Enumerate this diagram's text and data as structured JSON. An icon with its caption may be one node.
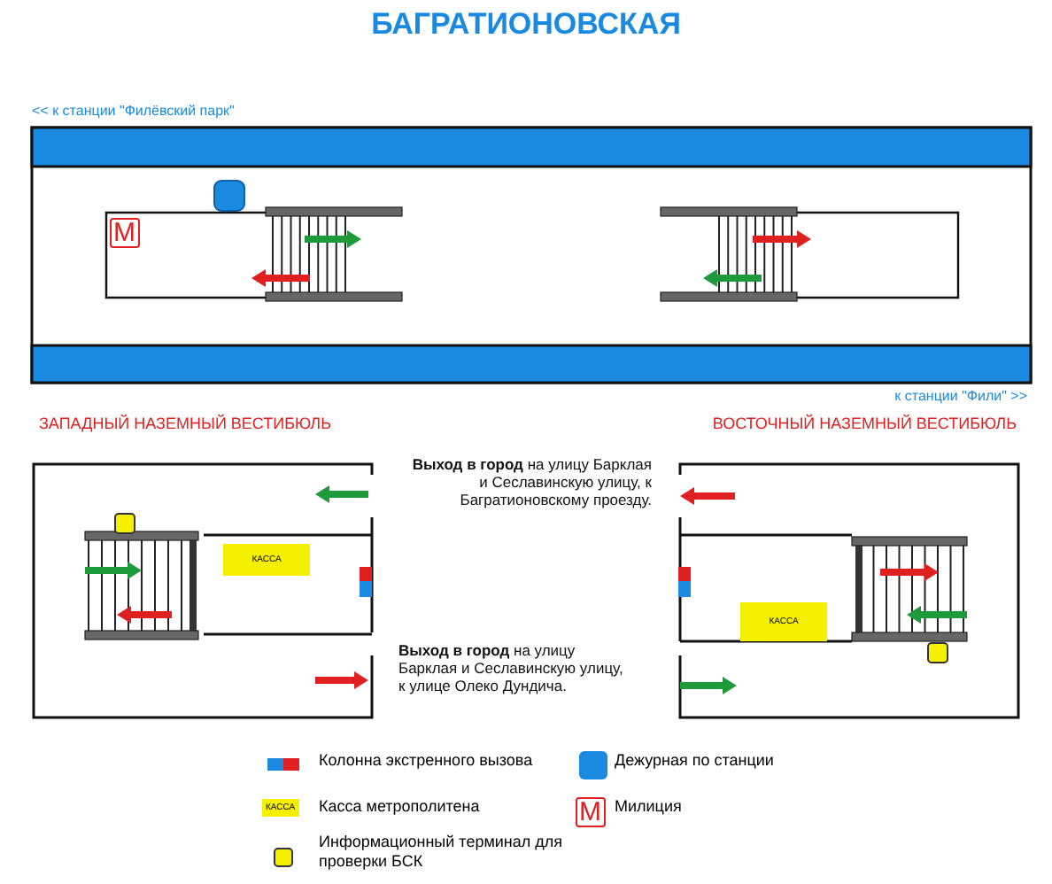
{
  "diagram": {
    "title": "БАГРАТИОНОВСКАЯ",
    "nodes": [
      {
        "text": [
          "ЗАПАДНЫЙ НАЗЕМНЫЙ ВЕСТИБЮЛЬ"
        ]
      },
      {
        "text": [
          "КАССА"
        ],
        "in": 0
      },
      {
        "text": [
          "ВОСТОЧНЫЙ НАЗЕМНЫЙ ВЕСТИБЮЛЬ"
        ]
      },
      {
        "text": [
          "КАССА"
        ],
        "in": 2
      }
    ],
    "labels": [
      "<< к станции \"Филёвский парк\"",
      "М",
      "к станции \"Фили\" >>",
      "**Выход в город** на улицу Барклая и Сеславинскую улицу, к Багратионовскому проезду.",
      "**Выход в город** на улицу Барклая и Сеславинскую улицу, к улице Олеко Дундича.",
      "КАССА",
      "М"
    ],
    "legend": [
      {
        "text": "Колонна экстренного вызова"
      },
      {
        "text": "Дежурная по станции",
        "color": "#1a8ae0"
      },
      {
        "text": "Касса метрополитена"
      },
      {
        "text": "Милиция"
      },
      {
        "text": "Информационный терминал для проверки БСК"
      }
    ]
  }
}
